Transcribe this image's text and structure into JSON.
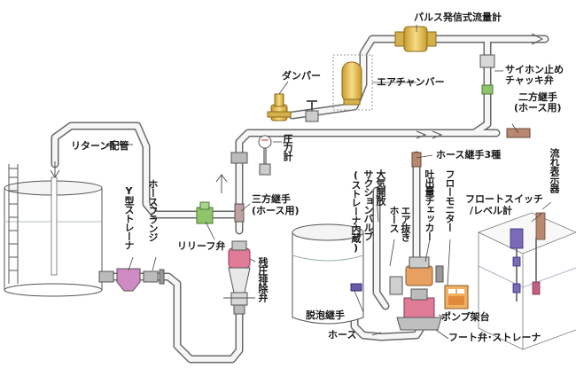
{
  "labels": {
    "pulse_flowmeter": "パルス発信式流量計",
    "siphon_check_valve_1": "サイホン止め",
    "siphon_check_valve_2": "チャッキ弁",
    "damper": "ダンパー",
    "air_chamber": "エアチャンバー",
    "two_way_joint_1": "二方継手",
    "two_way_joint_2": "(ホース用)",
    "return_pipe": "リターン配管",
    "pressure_gauge": "圧力計",
    "hose_joint_3": "ホース継手3種",
    "flow_indicator": "流れ表示器",
    "three_way_joint_1": "三方継手",
    "three_way_joint_2": "(ホース用)",
    "y_strainer": "Y型ストレーナ",
    "hose_flange": "ホースフランジ",
    "relief_valve": "リリーフ弁",
    "residual_pressure_valve": "残圧排除弁",
    "atmospheric_release": "大気開放",
    "suction_valve": "サクションバルブ",
    "strainer_builtin": "(ストレーナ内蔵)",
    "air_vent_hose_1": "エア抜き",
    "air_vent_hose_2": "ホース",
    "discharge_checker": "吐出量チェッカー",
    "flow_monitor": "フローモニター",
    "float_switch_1": "フロートスイッチ",
    "float_switch_2": "/レベル計",
    "defoaming_joint": "脱泡継手",
    "pump_stand": "ポンプ架台",
    "hose": "ホース",
    "foot_valve": "フート弁･ストレーナ"
  },
  "colors": {
    "pipe": "#f7f7f7",
    "pipe_outline": "#666666",
    "brass": "#e8c155",
    "green_fitting": "#8fc46a",
    "pink": "#e0a0b0",
    "leader": "#444444"
  }
}
